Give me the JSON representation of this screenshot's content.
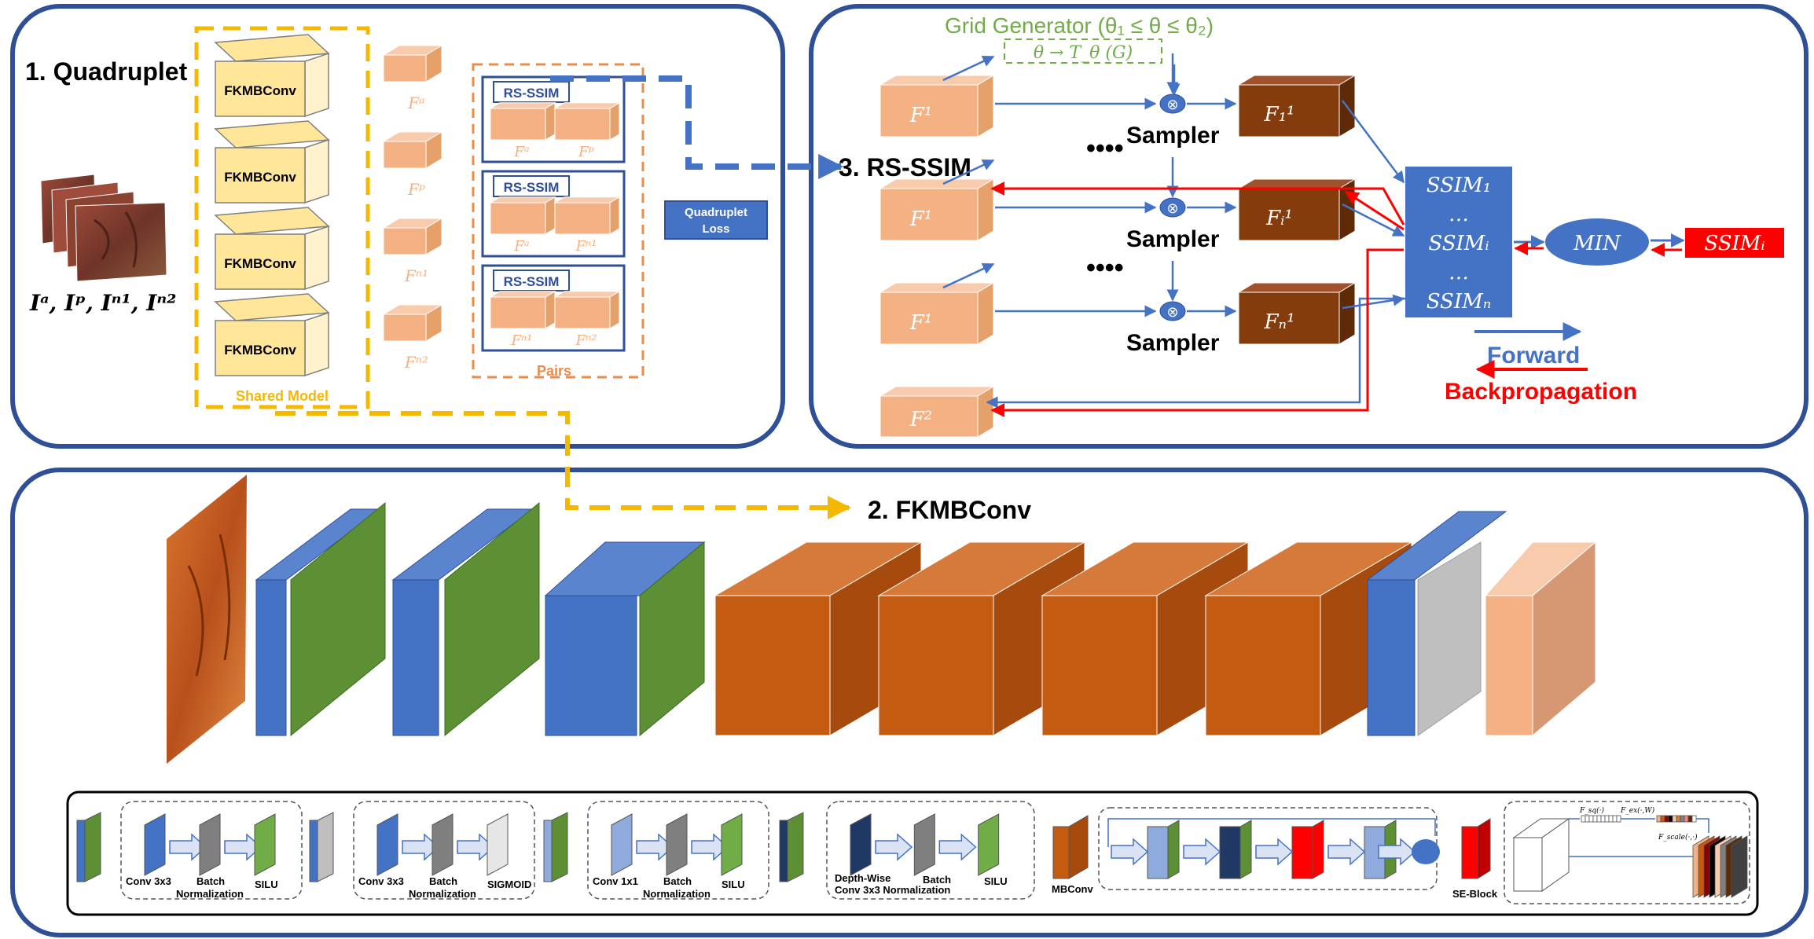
{
  "panel1": {
    "title": "1. Quadruplet",
    "input_label": "Iᵃ, Iᵖ, Iⁿ¹, Iⁿ²",
    "model_blocks": [
      "FKMBConv",
      "FKMBConv",
      "FKMBConv",
      "FKMBConv"
    ],
    "shared_model_label": "Shared Model",
    "features": [
      "Fᵃ",
      "Fᵖ",
      "Fⁿ¹",
      "Fⁿ²"
    ],
    "pairs": [
      {
        "label": "RS-SSIM",
        "left": "Fᵃ",
        "right": "Fᵖ"
      },
      {
        "label": "RS-SSIM",
        "left": "Fᵃ",
        "right": "Fⁿ¹"
      },
      {
        "label": "RS-SSIM",
        "left": "Fⁿ¹",
        "right": "Fⁿ²"
      }
    ],
    "pairs_label": "Pairs",
    "loss_label_line1": "Quadruplet",
    "loss_label_line2": "Loss"
  },
  "panel3": {
    "title": "3. RS-SSIM",
    "grid_generator": "Grid Generator (θ₁ ≤ θ ≤ θ₂)",
    "transform": "θ → T_θ (G)",
    "input_feature": "F¹",
    "second_feature": "F²",
    "sampler_label": "Sampler",
    "dots": "••••",
    "outputs": [
      "F₁¹",
      "Fᵢ¹",
      "Fₙ¹"
    ],
    "ssim_entries": [
      "SSIM₁",
      "…",
      "SSIMᵢ",
      "…",
      "SSIMₙ"
    ],
    "min_label": "MIN",
    "result_label": "SSIMᵢ",
    "forward_label": "Forward",
    "backprop_label": "Backpropagation"
  },
  "panel2": {
    "title": "2. FKMBConv",
    "legend": {
      "block1": {
        "labels": [
          "Conv 3x3",
          "Batch",
          "Normalization",
          "SILU"
        ]
      },
      "block2": {
        "labels": [
          "Conv 3x3",
          "Batch",
          "Normalization",
          "SIGMOID"
        ]
      },
      "block3": {
        "labels": [
          "Conv 1x1",
          "Batch",
          "Normalization",
          "SILU"
        ]
      },
      "block4": {
        "labels": [
          "Depth-Wise",
          "Conv 3x3",
          "Batch",
          "Normalization",
          "SILU"
        ]
      },
      "mbconv_label": "MBConv",
      "se_label": "SE-Block",
      "se_formulas": [
        "F_sq(·)",
        "F_ex(·,W)",
        "F_scale(·,·)"
      ]
    }
  },
  "colors": {
    "panel_border": "#2f4f96",
    "yellow_dash": "#f5b800",
    "orange_dash": "#ec8b4a",
    "blue": "#4472c4",
    "green": "#5d8f35",
    "orange": "#c55a11",
    "salmon": "#f4b183",
    "brown": "#7b3a10",
    "red": "#ff0000",
    "grid_green": "#70ad47"
  }
}
